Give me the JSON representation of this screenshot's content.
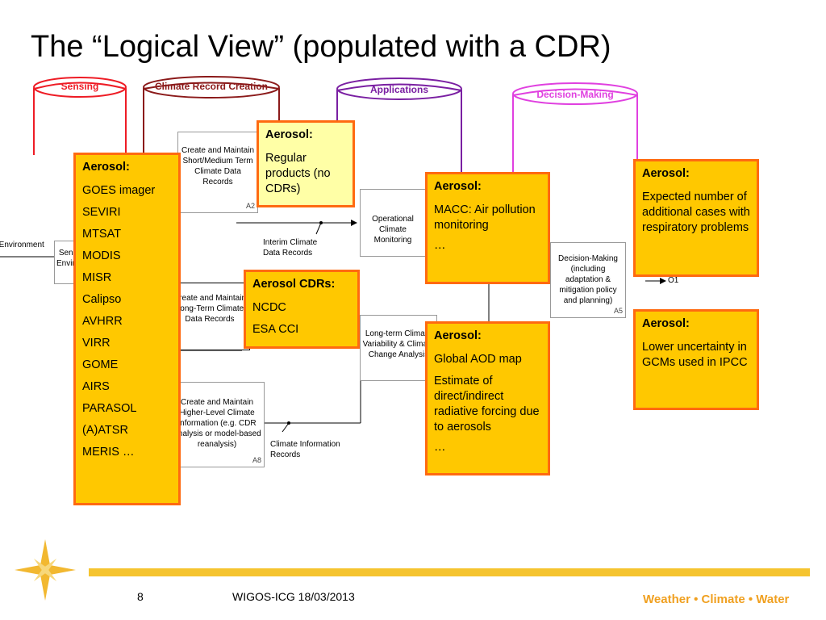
{
  "title": "The “Logical View” (populated with a CDR)",
  "cylinders": {
    "sensing": "Sensing",
    "creation": "Climate Record Creation",
    "applications": "Applications",
    "decision": "Decision-Making"
  },
  "nodes": {
    "a2_text": "Create and Maintain Short/Medium Term Climate Data Records",
    "a2_code": "A2",
    "mid_text": "Create and Maintain Long-Term Climate Data Records",
    "a8_text": "Create and Maintain Higher-Level Climate Information (e.g. CDR Analysis or model-based reanalysis)",
    "a8_code": "A8",
    "op_text": "Operational Climate Monitoring",
    "lt_text": "Long-term Climate Variability & Climate Change Analysis",
    "a5_text": "Decision-Making (including adaptation & mitigation policy and planning)",
    "a5_code": "A5",
    "sense_text": "Sense Environment"
  },
  "labels": {
    "environment": "Earth Environment",
    "interim": "Interim Climate Data Records",
    "climate_info": "Climate Information Records",
    "out": "O1"
  },
  "callouts": {
    "sensors": {
      "header": "Aerosol:",
      "lines": [
        "GOES imager",
        "SEVIRI",
        "MTSAT",
        "MODIS",
        "MISR",
        "Calipso",
        "AVHRR",
        "VIRR",
        "GOME",
        "AIRS",
        "PARASOL",
        "(A)ATSR",
        "MERIS …"
      ]
    },
    "regular": {
      "header": "Aerosol:",
      "lines": [
        "Regular products (no CDRs)"
      ]
    },
    "cdrs": {
      "header": "Aerosol CDRs:",
      "lines": [
        "NCDC",
        "ESA CCI"
      ]
    },
    "macc": {
      "header": "Aerosol:",
      "lines": [
        "MACC: Air pollution monitoring",
        "…"
      ]
    },
    "aod": {
      "header": "Aerosol:",
      "lines": [
        "Global AOD map",
        "Estimate of direct/indirect radiative forcing due to aerosols",
        "…"
      ]
    },
    "expected": {
      "header": "Aerosol:",
      "lines": [
        "Expected number of additional cases with respiratory problems"
      ]
    },
    "lower": {
      "header": "Aerosol:",
      "lines": [
        "Lower uncertainty in GCMs used in IPCC"
      ]
    }
  },
  "footer": {
    "page": "8",
    "text": "WIGOS-ICG 18/03/2013",
    "brand": "Weather • Climate • Water"
  },
  "colors": {
    "sensing": "#ee1c25",
    "creation": "#8b1a1a",
    "applications": "#7a1fa2",
    "decision": "#e040e0",
    "callout_fill": "#ffc800",
    "callout_border": "#ff6a10"
  }
}
